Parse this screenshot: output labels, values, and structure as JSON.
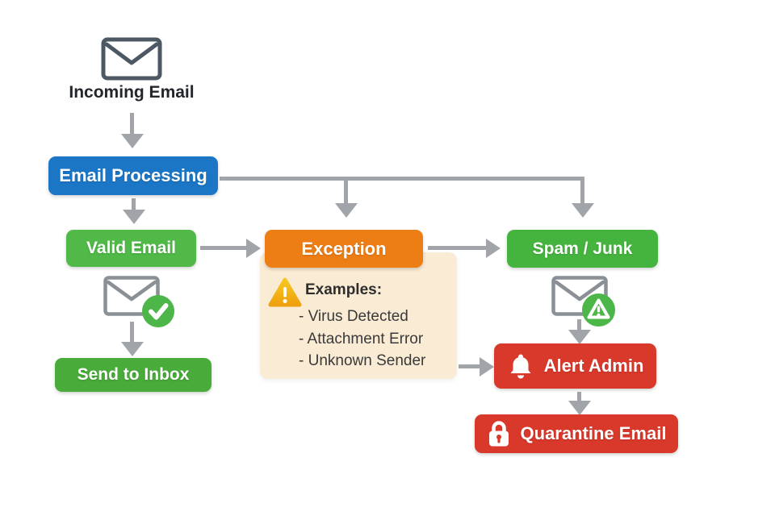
{
  "nodes": {
    "incoming_email": {
      "label": "Incoming Email"
    },
    "email_processing": {
      "label": "Email Processing",
      "color": "#1B76C6"
    },
    "valid_email": {
      "label": "Valid Email",
      "color": "#50B948"
    },
    "exception": {
      "label": "Exception",
      "color": "#ED7D15"
    },
    "spam_junk": {
      "label": "Spam / Junk",
      "color": "#45B43E"
    },
    "send_to_inbox": {
      "label": "Send to Inbox",
      "color": "#48AB3A"
    },
    "alert_admin": {
      "label": "Alert Admin",
      "color": "#D8392B"
    },
    "quarantine_email": {
      "label": "Quarantine Email",
      "color": "#D8392B"
    }
  },
  "exception_examples": {
    "heading": "Examples:",
    "items": [
      "- Virus Detected",
      "- Attachment Error",
      "- Unknown Sender"
    ],
    "panel_color": "#FAEBD4"
  },
  "icons": {
    "envelope": "✉",
    "check": "✓",
    "warning": "⚠",
    "bell": "🔔",
    "lock": "🔒"
  },
  "colors": {
    "arrow_gray": "#A1A5A9",
    "badge_green": "#4CB648",
    "warning_yellow": "#F5B91C",
    "envelope_dark": "#4C5864",
    "envelope_light": "#8A9095",
    "panel_cream": "#FAEBD4"
  }
}
